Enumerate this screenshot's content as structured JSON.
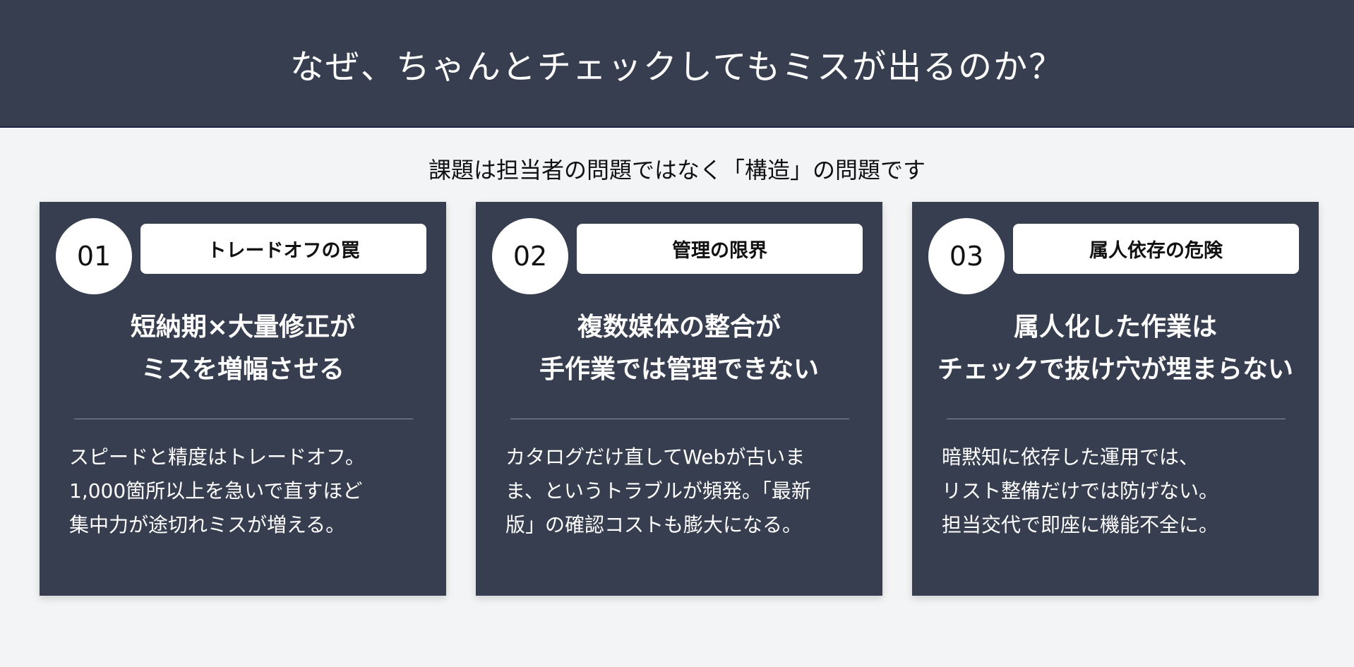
{
  "header": {
    "title": "なぜ、ちゃんとチェックしてもミスが出るのか？"
  },
  "subtitle": "課題は担当者の問題ではなく「構造」の問題です",
  "cards": [
    {
      "number": "01",
      "label": "トレードオフの罠",
      "heading": "短納期×大量修正が\nミスを増幅させる",
      "body": "スピードと精度はトレードオフ。\n1,000箇所以上を急いで直すほど\n集中力が途切れミスが増える。"
    },
    {
      "number": "02",
      "label": "管理の限界",
      "heading": "複数媒体の整合が\n手作業では管理できない",
      "body": "カタログだけ直してWebが古いま\nま、というトラブルが頻発。「最新\n版」の確認コストも膨大になる。"
    },
    {
      "number": "03",
      "label": "属人依存の危険",
      "heading": "属人化した作業は\nチェックで抜け穴が埋まらない",
      "body": "暗黙知に依存した運用では、\nリスト整備だけでは防げない。\n担当交代で即座に機能不全に。"
    }
  ]
}
